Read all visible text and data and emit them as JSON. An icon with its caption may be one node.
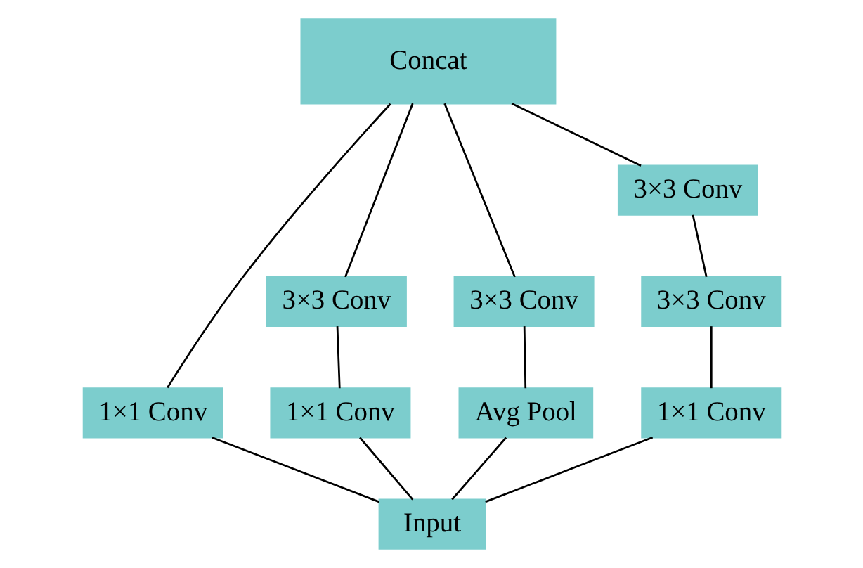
{
  "diagram": {
    "nodes": [
      {
        "text": [
          "Concat"
        ]
      },
      {
        "text": [
          "3×3 Conv"
        ]
      },
      {
        "text": [
          "3×3 Conv"
        ]
      },
      {
        "text": [
          "3×3 Conv"
        ]
      },
      {
        "text": [
          "3×3 Conv"
        ]
      },
      {
        "text": [
          "1×1 Conv"
        ]
      },
      {
        "text": [
          "1×1 Conv"
        ]
      },
      {
        "text": [
          "Avg Pool"
        ]
      },
      {
        "text": [
          "1×1 Conv"
        ]
      },
      {
        "text": [
          "Input"
        ]
      }
    ],
    "edges": [
      {
        "from": 9,
        "to": 5,
        "arrow": "none"
      },
      {
        "from": 9,
        "to": 6,
        "arrow": "none"
      },
      {
        "from": 9,
        "to": 7,
        "arrow": "none"
      },
      {
        "from": 9,
        "to": 8,
        "arrow": "none"
      },
      {
        "from": 6,
        "to": 2,
        "arrow": "none"
      },
      {
        "from": 7,
        "to": 3,
        "arrow": "none"
      },
      {
        "from": 8,
        "to": 4,
        "arrow": "none"
      },
      {
        "from": 4,
        "to": 1,
        "arrow": "none"
      },
      {
        "from": 5,
        "to": 0,
        "arrow": "none"
      },
      {
        "from": 2,
        "to": 0,
        "arrow": "none"
      },
      {
        "from": 3,
        "to": 0,
        "arrow": "none"
      },
      {
        "from": 1,
        "to": 0,
        "arrow": "none"
      }
    ]
  }
}
